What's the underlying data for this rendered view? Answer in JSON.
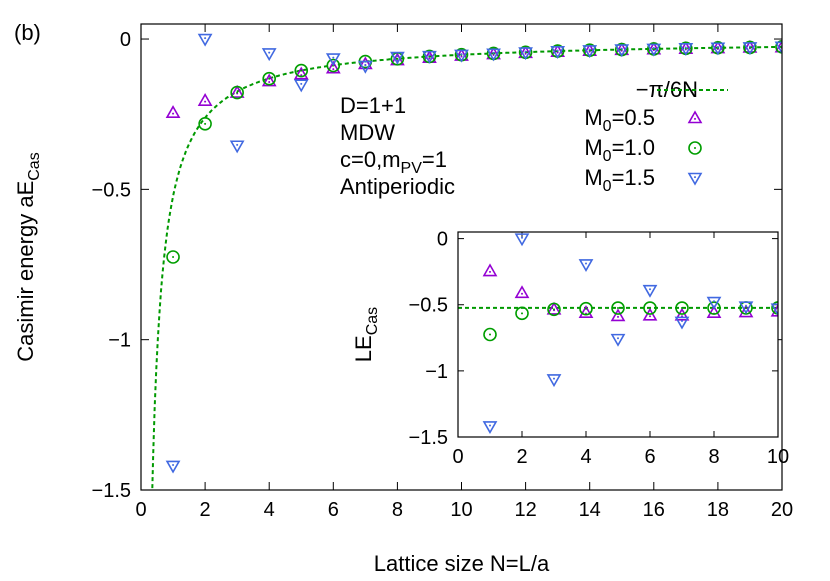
{
  "panel_label": "(b)",
  "annotation_lines": [
    {
      "main": "D=1+1"
    },
    {
      "main": "MDW"
    },
    {
      "main": "c=0,m",
      "sub": "PV",
      "tail": "=1"
    },
    {
      "main": "Antiperiodic"
    }
  ],
  "colors": {
    "theory": "#009900",
    "m05": "#9400D3",
    "m10": "#009E00",
    "m15": "#4169E1"
  },
  "chart_data": [
    {
      "type": "scatter",
      "xlabel": "Lattice size N=L/a",
      "ylabel": {
        "main": "Casimir energy aE",
        "sub": "Cas"
      },
      "xlim": [
        0,
        20
      ],
      "ylim": [
        -1.5,
        0.05
      ],
      "xticks": [
        0,
        2,
        4,
        6,
        8,
        10,
        12,
        14,
        16,
        18,
        20
      ],
      "yticks": [
        0,
        -0.5,
        -1,
        -1.5
      ],
      "ytick_labels": [
        "0",
        "−0.5",
        "−1",
        "−1.5"
      ],
      "legend_position": "top-right",
      "series": [
        {
          "name": "−π/6N",
          "style": "dashed-line",
          "color_key": "theory",
          "function": "-pi/(6N)"
        },
        {
          "name": "M",
          "name_sub": "0",
          "name_tail": "=0.5",
          "marker": "triangle-up",
          "color_key": "m05",
          "x": [
            1,
            2,
            3,
            4,
            5,
            6,
            7,
            8,
            9,
            10,
            11,
            12,
            13,
            14,
            15,
            16,
            17,
            18,
            19,
            20
          ],
          "y": [
            -0.245,
            -0.205,
            -0.178,
            -0.14,
            -0.117,
            -0.097,
            -0.083,
            -0.07,
            -0.062,
            -0.055,
            -0.05,
            -0.046,
            -0.042,
            -0.039,
            -0.036,
            -0.034,
            -0.032,
            -0.03,
            -0.028,
            -0.027
          ]
        },
        {
          "name": "M",
          "name_sub": "0",
          "name_tail": "=1.0",
          "marker": "circle",
          "color_key": "m10",
          "x": [
            1,
            2,
            3,
            4,
            5,
            6,
            7,
            8,
            9,
            10,
            11,
            12,
            13,
            14,
            15,
            16,
            17,
            18,
            19,
            20
          ],
          "y": [
            -0.725,
            -0.282,
            -0.178,
            -0.132,
            -0.105,
            -0.088,
            -0.075,
            -0.066,
            -0.058,
            -0.052,
            -0.048,
            -0.044,
            -0.04,
            -0.037,
            -0.035,
            -0.033,
            -0.031,
            -0.029,
            -0.028,
            -0.026
          ]
        },
        {
          "name": "M",
          "name_sub": "0",
          "name_tail": "=1.5",
          "marker": "triangle-down",
          "color_key": "m15",
          "x": [
            1,
            2,
            3,
            4,
            5,
            6,
            7,
            8,
            9,
            10,
            11,
            12,
            13,
            14,
            15,
            16,
            17,
            18,
            19,
            20
          ],
          "y": [
            -1.42,
            0.0,
            -0.355,
            -0.048,
            -0.152,
            -0.065,
            -0.09,
            -0.06,
            -0.057,
            -0.053,
            -0.049,
            -0.045,
            -0.041,
            -0.038,
            -0.035,
            -0.033,
            -0.031,
            -0.029,
            -0.028,
            -0.026
          ]
        }
      ]
    },
    {
      "type": "scatter",
      "ylabel": {
        "main": "LE",
        "sub": "Cas"
      },
      "xlim": [
        0,
        10
      ],
      "ylim": [
        -1.5,
        0.05
      ],
      "xticks": [
        0,
        2,
        4,
        6,
        8,
        10
      ],
      "yticks": [
        0,
        -0.5,
        -1,
        -1.5
      ],
      "ytick_labels": [
        "0",
        "−0.5",
        "−1",
        "−1.5"
      ],
      "series": [
        {
          "name": "−π/6",
          "style": "dashed-line",
          "color_key": "theory",
          "y_const": -0.5236
        },
        {
          "marker": "triangle-up",
          "color_key": "m05",
          "x": [
            1,
            2,
            3,
            4,
            5,
            6,
            7,
            8,
            9,
            10
          ],
          "y": [
            -0.245,
            -0.41,
            -0.535,
            -0.56,
            -0.585,
            -0.58,
            -0.58,
            -0.56,
            -0.555,
            -0.55
          ]
        },
        {
          "marker": "circle",
          "color_key": "m10",
          "x": [
            1,
            2,
            3,
            4,
            5,
            6,
            7,
            8,
            9,
            10
          ],
          "y": [
            -0.725,
            -0.565,
            -0.535,
            -0.53,
            -0.525,
            -0.525,
            -0.525,
            -0.525,
            -0.524,
            -0.524
          ]
        },
        {
          "marker": "triangle-down",
          "color_key": "m15",
          "x": [
            1,
            2,
            3,
            4,
            5,
            6,
            7,
            8,
            9,
            10
          ],
          "y": [
            -1.42,
            0.0,
            -1.065,
            -0.195,
            -0.76,
            -0.39,
            -0.63,
            -0.48,
            -0.515,
            -0.53
          ]
        }
      ]
    }
  ]
}
